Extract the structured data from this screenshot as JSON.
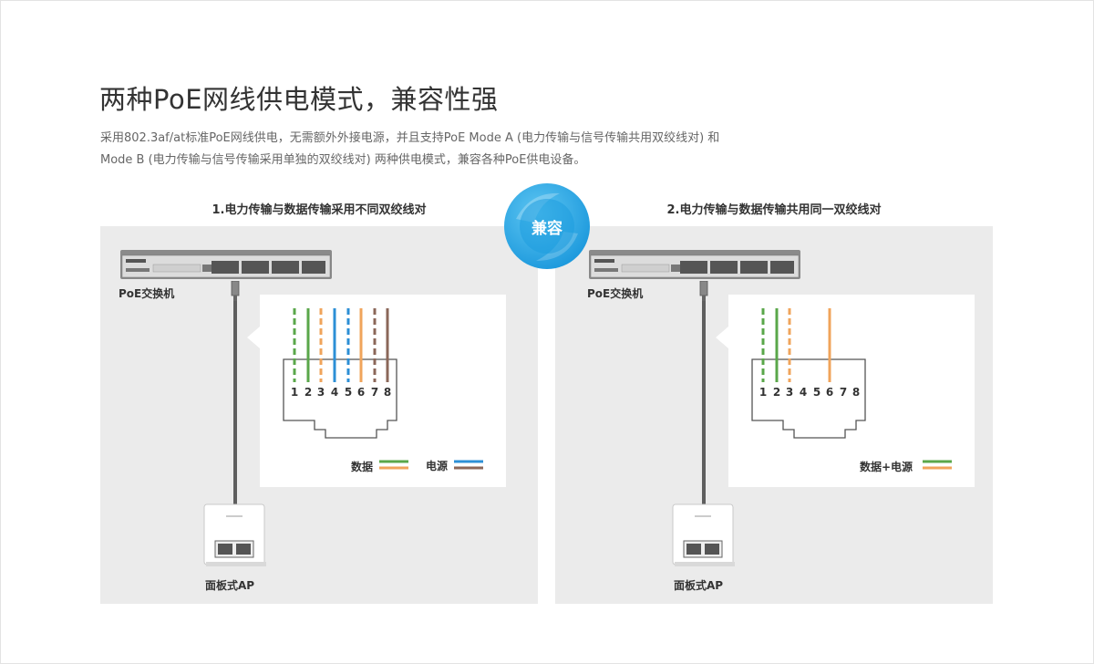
{
  "title": "两种PoE网线供电模式，兼容性强",
  "description": {
    "line1": "采用802.3af/at标准PoE网线供电，无需额外外接电源，并且支持PoE Mode A (电力传输与信号传输共用双绞线对) 和",
    "line2": "Mode B (电力传输与信号传输采用单独的双绞线对) 两种供电模式，兼容各种PoE供电设备。"
  },
  "compat_badge": "兼容",
  "left": {
    "heading": "1.电力传输与数据传输采用不同双绞线对",
    "switch_label": "PoE交换机",
    "ap_label": "面板式AP",
    "pins": [
      "1",
      "2",
      "3",
      "4",
      "5",
      "6",
      "7",
      "8"
    ],
    "legend_data": "数据",
    "legend_power": "电源"
  },
  "right": {
    "heading": "2.电力传输与数据传输共用同一双绞线对",
    "switch_label": "PoE交换机",
    "ap_label": "面板式AP",
    "pins": [
      "1",
      "2",
      "3",
      "4",
      "5",
      "6",
      "7",
      "8"
    ],
    "legend_combined": "数据+电源"
  },
  "colors": {
    "green": "#5aa74a",
    "orange": "#f0a45b",
    "blue": "#2c8fd6",
    "brown": "#8b6759",
    "badge": "#29a6e3"
  }
}
